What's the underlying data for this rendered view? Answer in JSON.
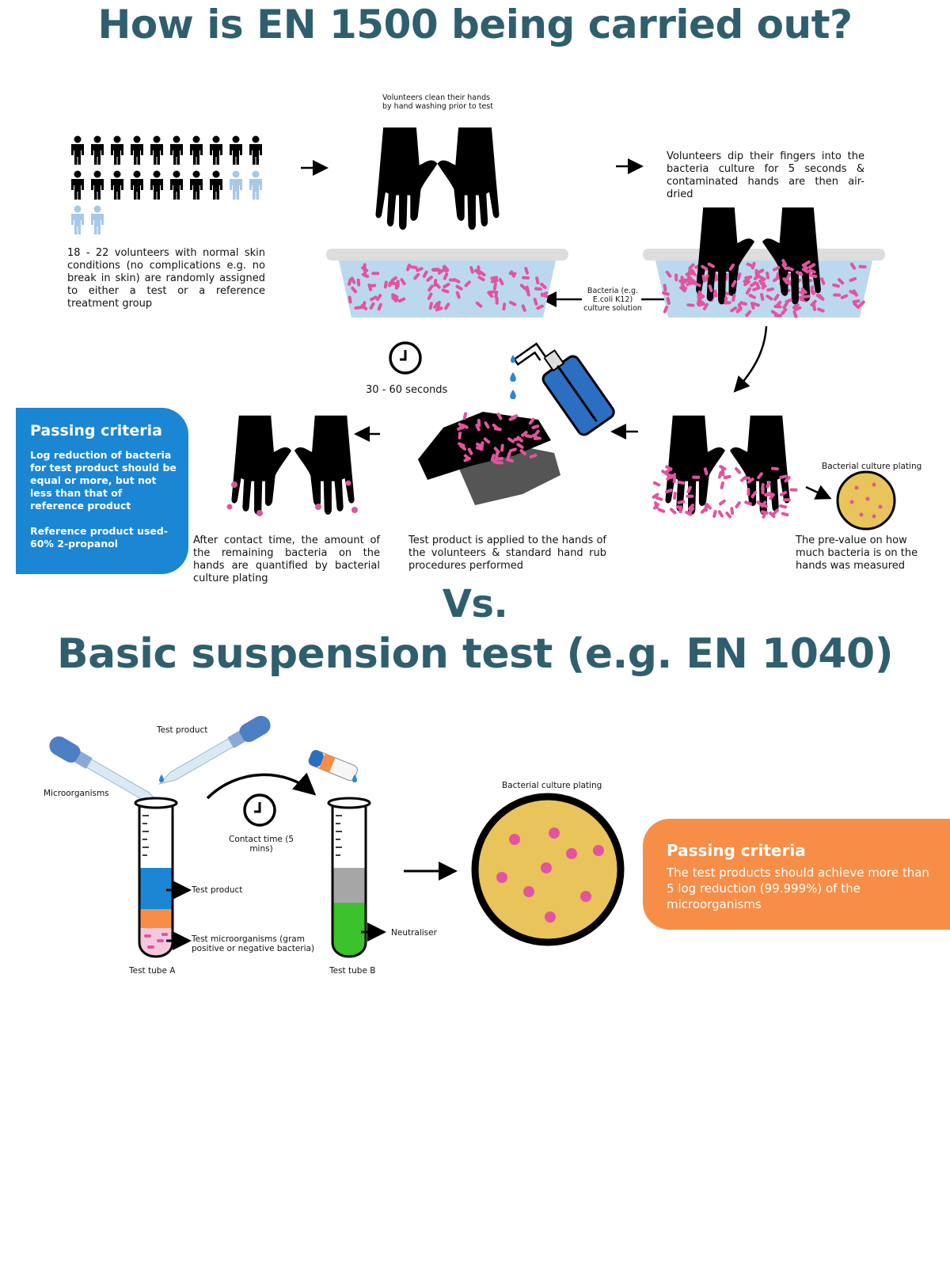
{
  "titles": {
    "main": "How is EN 1500 being carried out?",
    "vs": "Vs.",
    "second": "Basic suspension test (e.g. EN 1040)"
  },
  "en1500": {
    "volunteers_text": "18 - 22 volunteers with normal skin conditions (no complications e.g. no break in skin) are randomly assigned to either a test or a reference treatment group",
    "clean_hands_text": "Volunteers clean their hands by hand washing prior to test",
    "dip_text": "Volunteers dip their fingers into the bacteria culture for 5 seconds & contaminated hands are then air-dried",
    "bacteria_label": "Bacteria (e.g. E.coli K12) culture solution",
    "contact_time": "30 - 60 seconds",
    "culture_plating_label": "Bacterial culture plating",
    "prevalue_text": "The pre-value on how much bacteria is on the hands was measured",
    "test_product_text": "Test product is applied to the hands of the volunteers & standard hand rub procedures performed",
    "after_contact_text": "After contact time, the amount of the remaining bacteria on the hands are quantified by bacterial culture plating",
    "passing": {
      "heading": "Passing criteria",
      "body": "Log reduction of bacteria for test product should be equal or more, but not less than that of reference product",
      "reference": "Reference product used- 60% 2-propanol"
    }
  },
  "suspension": {
    "test_product_label": "Test product",
    "microorganisms_label": "Microorganisms",
    "contact_time": "Contact time (5 mins)",
    "tube_a_product": "Test product",
    "tube_a_micro": "Test microorganisms (gram positive or negative bacteria)",
    "tube_a_label": "Test tube A",
    "neutraliser": "Neutraliser",
    "tube_b_label": "Test tube B",
    "culture_plating_label": "Bacterial culture plating",
    "passing": {
      "heading": "Passing criteria",
      "body": "The test products should achieve more than 5 log reduction (99.999%) of the microorganisms"
    }
  },
  "colors": {
    "title": "#2f5f6e",
    "blue_box": "#1a86d4",
    "orange_box": "#f78e47",
    "bacteria": "#e2549e",
    "plate": "#e8c45a",
    "solution": "#bcd8ef"
  },
  "icons": [
    "person-icon",
    "hand-icon",
    "arrow-icon",
    "clock-icon",
    "spray-bottle-icon",
    "petri-dish-icon",
    "test-tube-icon",
    "pipette-icon",
    "tray-icon"
  ]
}
